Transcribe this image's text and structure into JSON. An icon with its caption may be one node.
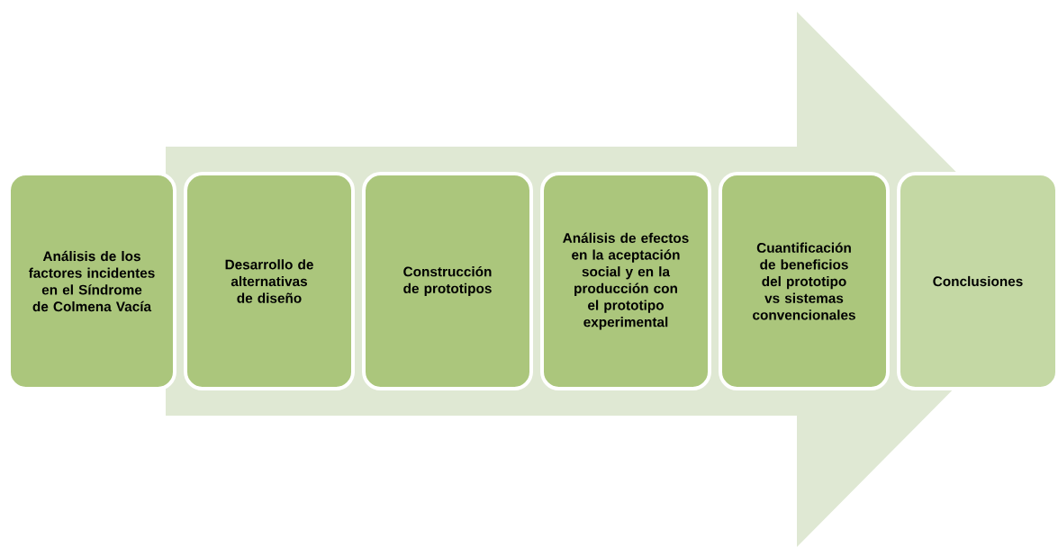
{
  "diagram": {
    "nodes": [
      {
        "text": [
          "Análisis de los factores incidentes en el Síndrome de Colmena Vacía"
        ]
      },
      {
        "text": [
          "Desarrollo de alternativas de diseño"
        ]
      },
      {
        "text": [
          "Construcción de prototipos"
        ]
      },
      {
        "text": [
          "Análisis de efectos en la aceptación social y en la producción con el prototipo experimental"
        ]
      },
      {
        "text": [
          "Cuantificación de beneficios del prototipo vs sistemas convencionales"
        ]
      },
      {
        "text": [
          "Conclusiones"
        ]
      }
    ],
    "edges": [
      {
        "from": 0,
        "to": 5,
        "arrow": "to"
      }
    ]
  }
}
